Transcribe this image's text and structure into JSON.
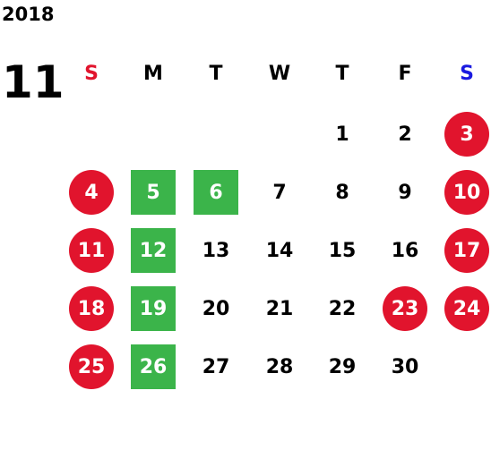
{
  "header": {
    "year": "2018",
    "month": "11"
  },
  "colors": {
    "sunday_label": "#e1142d",
    "saturday_label": "#1a1ae0",
    "holiday_circle": "#e1142d",
    "highlight_square": "#3bb44a",
    "text": "#000000"
  },
  "weekdays": [
    {
      "label": "S",
      "kind": "sun"
    },
    {
      "label": "M",
      "kind": "normal"
    },
    {
      "label": "T",
      "kind": "normal"
    },
    {
      "label": "W",
      "kind": "normal"
    },
    {
      "label": "T",
      "kind": "normal"
    },
    {
      "label": "F",
      "kind": "normal"
    },
    {
      "label": "S",
      "kind": "sat"
    }
  ],
  "weeks": [
    [
      null,
      null,
      null,
      null,
      {
        "d": "1"
      },
      {
        "d": "2"
      },
      {
        "d": "3",
        "style": "holiday"
      }
    ],
    [
      {
        "d": "4",
        "style": "holiday"
      },
      {
        "d": "5",
        "style": "green"
      },
      {
        "d": "6",
        "style": "green"
      },
      {
        "d": "7"
      },
      {
        "d": "8"
      },
      {
        "d": "9"
      },
      {
        "d": "10",
        "style": "holiday"
      }
    ],
    [
      {
        "d": "11",
        "style": "holiday"
      },
      {
        "d": "12",
        "style": "green"
      },
      {
        "d": "13"
      },
      {
        "d": "14"
      },
      {
        "d": "15"
      },
      {
        "d": "16"
      },
      {
        "d": "17",
        "style": "holiday"
      }
    ],
    [
      {
        "d": "18",
        "style": "holiday"
      },
      {
        "d": "19",
        "style": "green"
      },
      {
        "d": "20"
      },
      {
        "d": "21"
      },
      {
        "d": "22"
      },
      {
        "d": "23",
        "style": "holiday"
      },
      {
        "d": "24",
        "style": "holiday"
      }
    ],
    [
      {
        "d": "25",
        "style": "holiday"
      },
      {
        "d": "26",
        "style": "green"
      },
      {
        "d": "27"
      },
      {
        "d": "28"
      },
      {
        "d": "29"
      },
      {
        "d": "30"
      },
      null
    ]
  ]
}
